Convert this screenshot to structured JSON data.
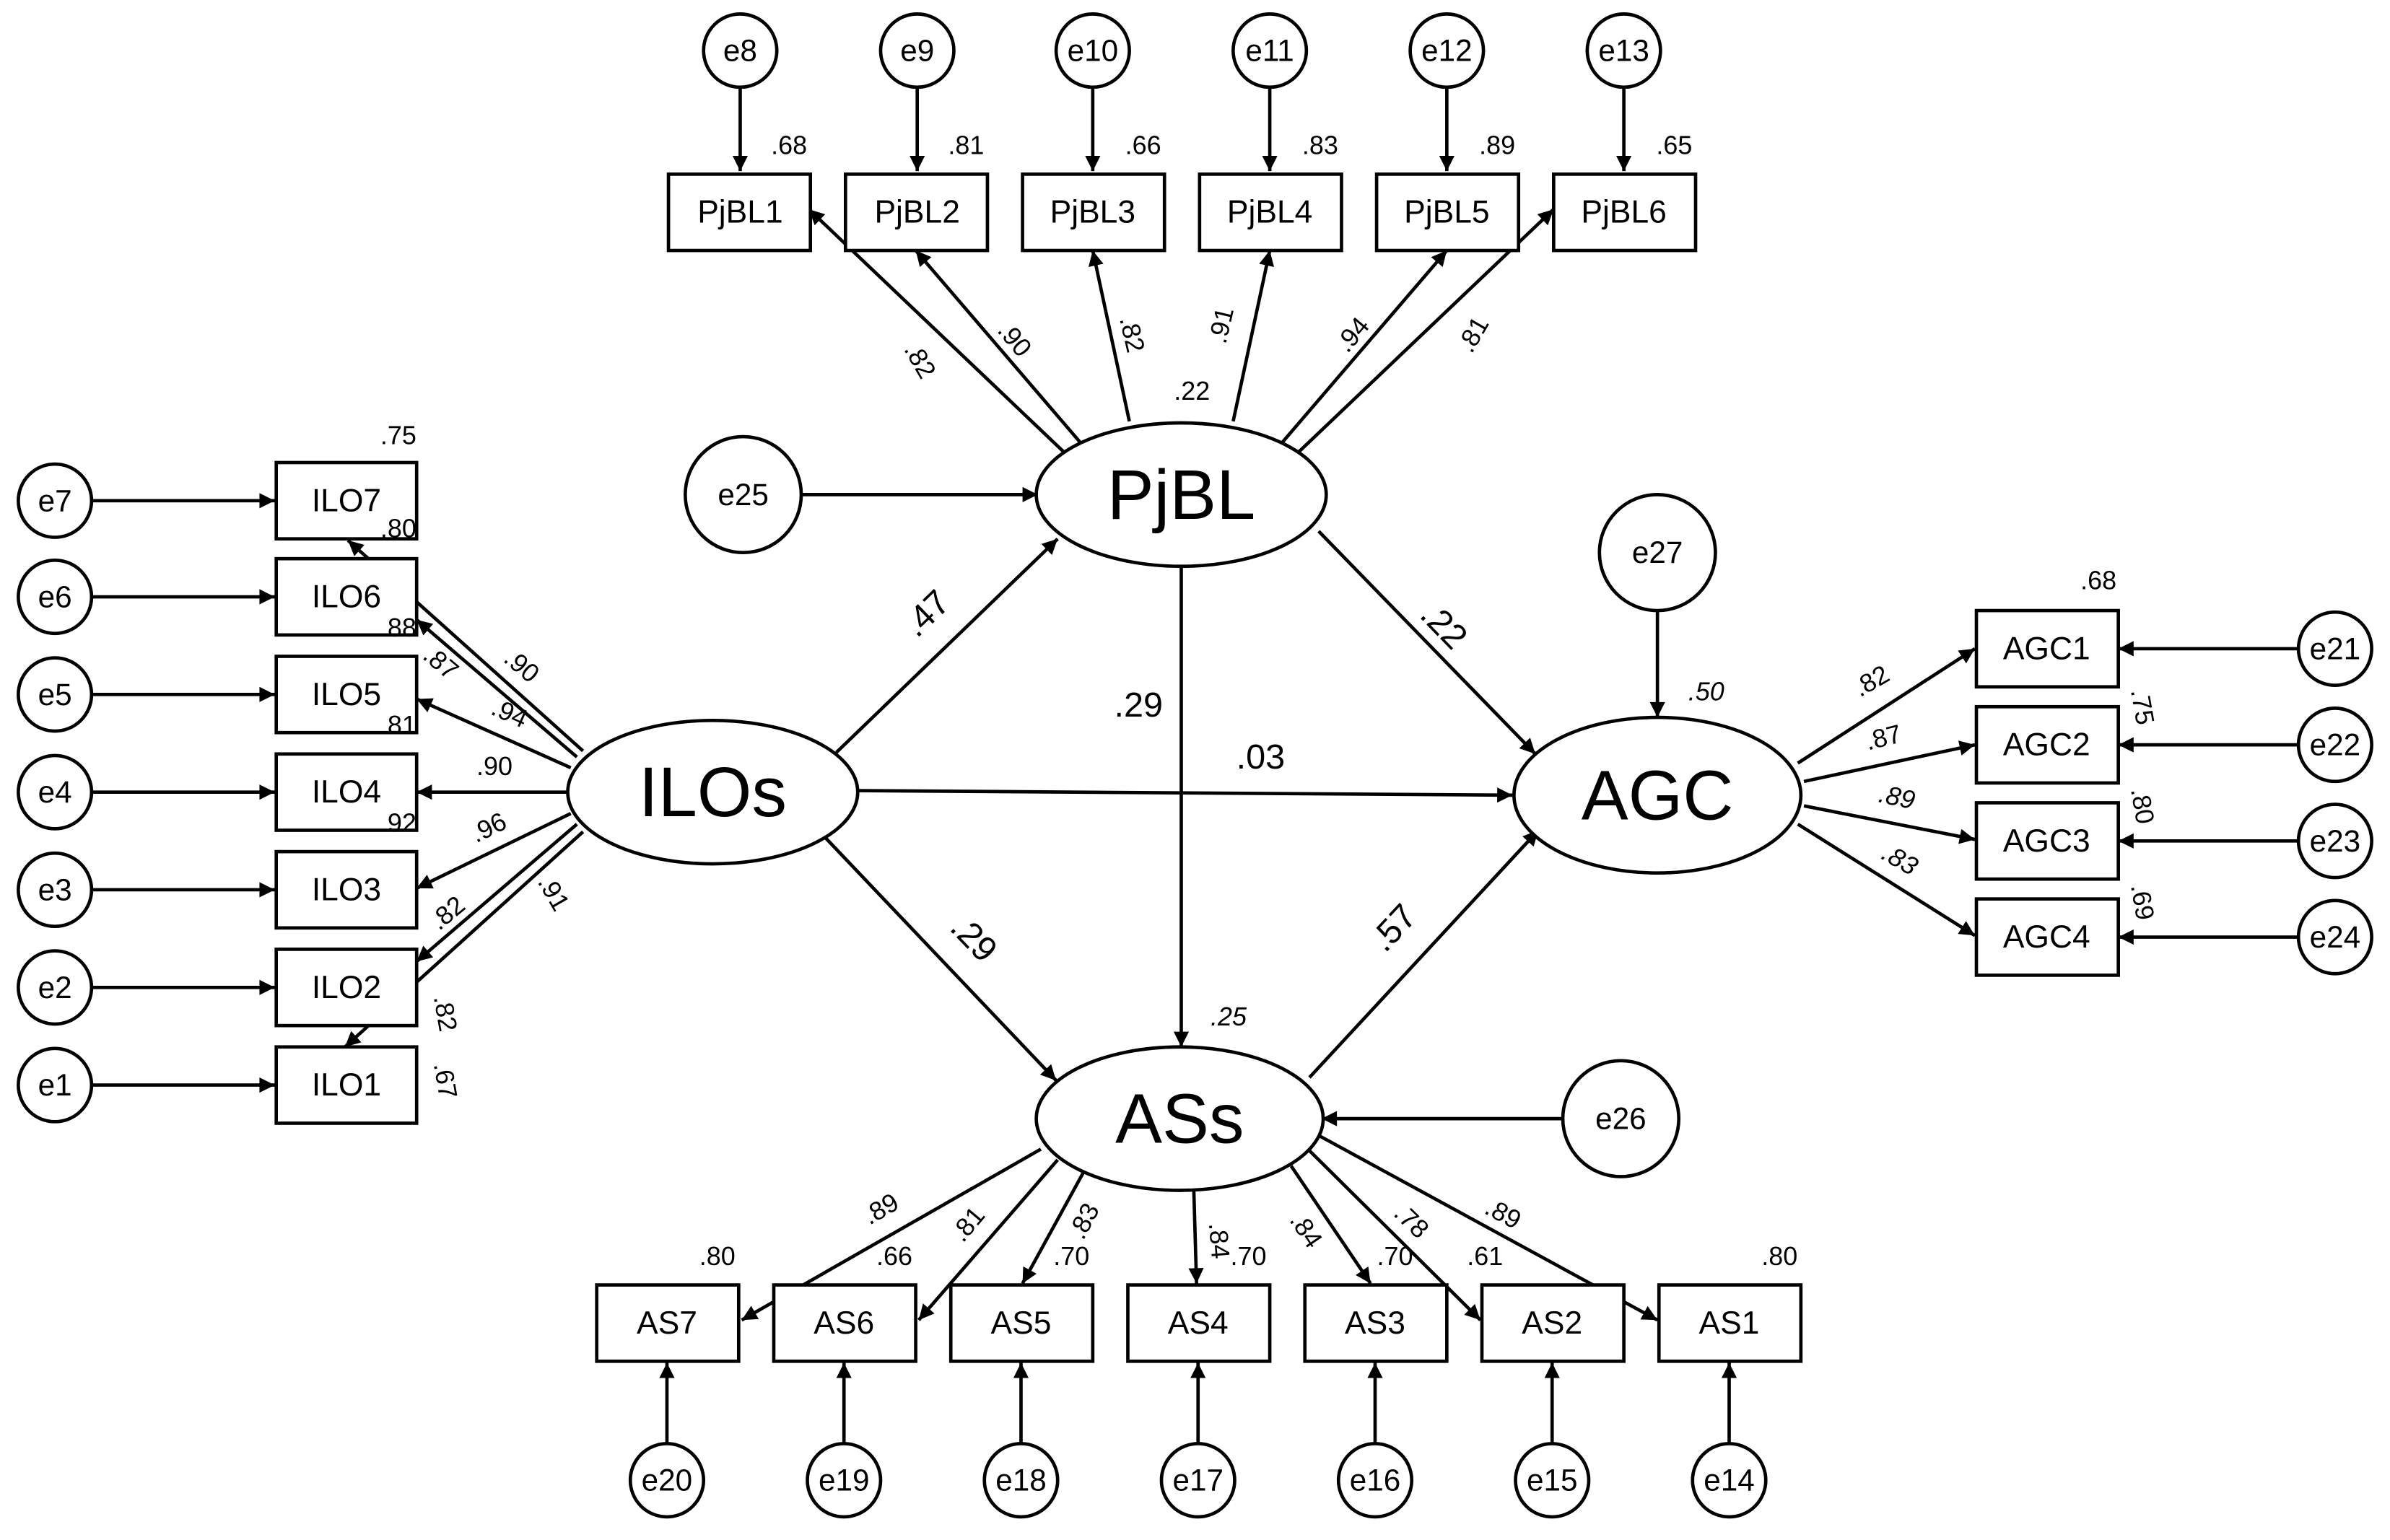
{
  "latent": {
    "ilos": "ILOs",
    "pjbl": "PjBL",
    "ass": "ASs",
    "agc": "AGC"
  },
  "observed": {
    "ilo": [
      "ILO1",
      "ILO2",
      "ILO3",
      "ILO4",
      "ILO5",
      "ILO6",
      "ILO7"
    ],
    "pjbl": [
      "PjBL1",
      "PjBL2",
      "PjBL3",
      "PjBL4",
      "PjBL5",
      "PjBL6"
    ],
    "as": [
      "AS1",
      "AS2",
      "AS3",
      "AS4",
      "AS5",
      "AS6",
      "AS7"
    ],
    "agc": [
      "AGC1",
      "AGC2",
      "AGC3",
      "AGC4"
    ]
  },
  "errors": {
    "ilo": [
      "e1",
      "e2",
      "e3",
      "e4",
      "e5",
      "e6",
      "e7"
    ],
    "pjbl": [
      "e8",
      "e9",
      "e10",
      "e11",
      "e12",
      "e13"
    ],
    "as": [
      "e14",
      "e15",
      "e16",
      "e17",
      "e18",
      "e19",
      "e20"
    ],
    "agc": [
      "e21",
      "e22",
      "e23",
      "e24"
    ],
    "latent": {
      "pjbl": "e25",
      "ass": "e26",
      "agc": "e27"
    }
  },
  "paths": {
    "ilos_pjbl": ".47",
    "ilos_agc": ".03",
    "ilos_ass": ".29",
    "pjbl_agc": ".22",
    "pjbl_ass": ".29",
    "ass_agc": ".57"
  },
  "loadings": {
    "ilo": {
      "ilo7": ".90",
      "ilo6": ".87",
      "ilo5": ".94",
      "ilo4": ".90",
      "ilo3": ".96",
      "ilo2": ".82",
      "ilo1": ".91"
    },
    "pjbl": {
      "pjbl1": ".82",
      "pjbl2": ".90",
      "pjbl3": ".82",
      "pjbl4": ".91",
      "pjbl5": ".94",
      "pjbl6": ".81"
    },
    "as": {
      "as7": ".89",
      "as6": ".81",
      "as5": ".83",
      "as4": ".84",
      "as3": ".84",
      "as2": ".78",
      "as1": ".89"
    },
    "agc": {
      "agc1": ".82",
      "agc2": ".87",
      "agc3": ".89",
      "agc4": ".83"
    }
  },
  "r2": {
    "ilo7": ".75",
    "ilo6": ".80",
    "ilo5": ".88",
    "ilo4": ".81",
    "ilo3": ".92",
    "ilo2": ".82",
    "ilo1": ".67",
    "pjbl1": ".68",
    "pjbl2": ".81",
    "pjbl3": ".66",
    "pjbl4": ".83",
    "pjbl5": ".89",
    "pjbl6": ".65",
    "as7": ".80",
    "as6": ".66",
    "as5": ".70",
    "as4": ".70",
    "as3": ".70",
    "as2": ".61",
    "as1": ".80",
    "agc1": ".68",
    "agc2": ".75",
    "agc3": ".80",
    "agc4": ".69",
    "pjbl": ".22",
    "ass": ".25",
    "agc": ".50"
  }
}
